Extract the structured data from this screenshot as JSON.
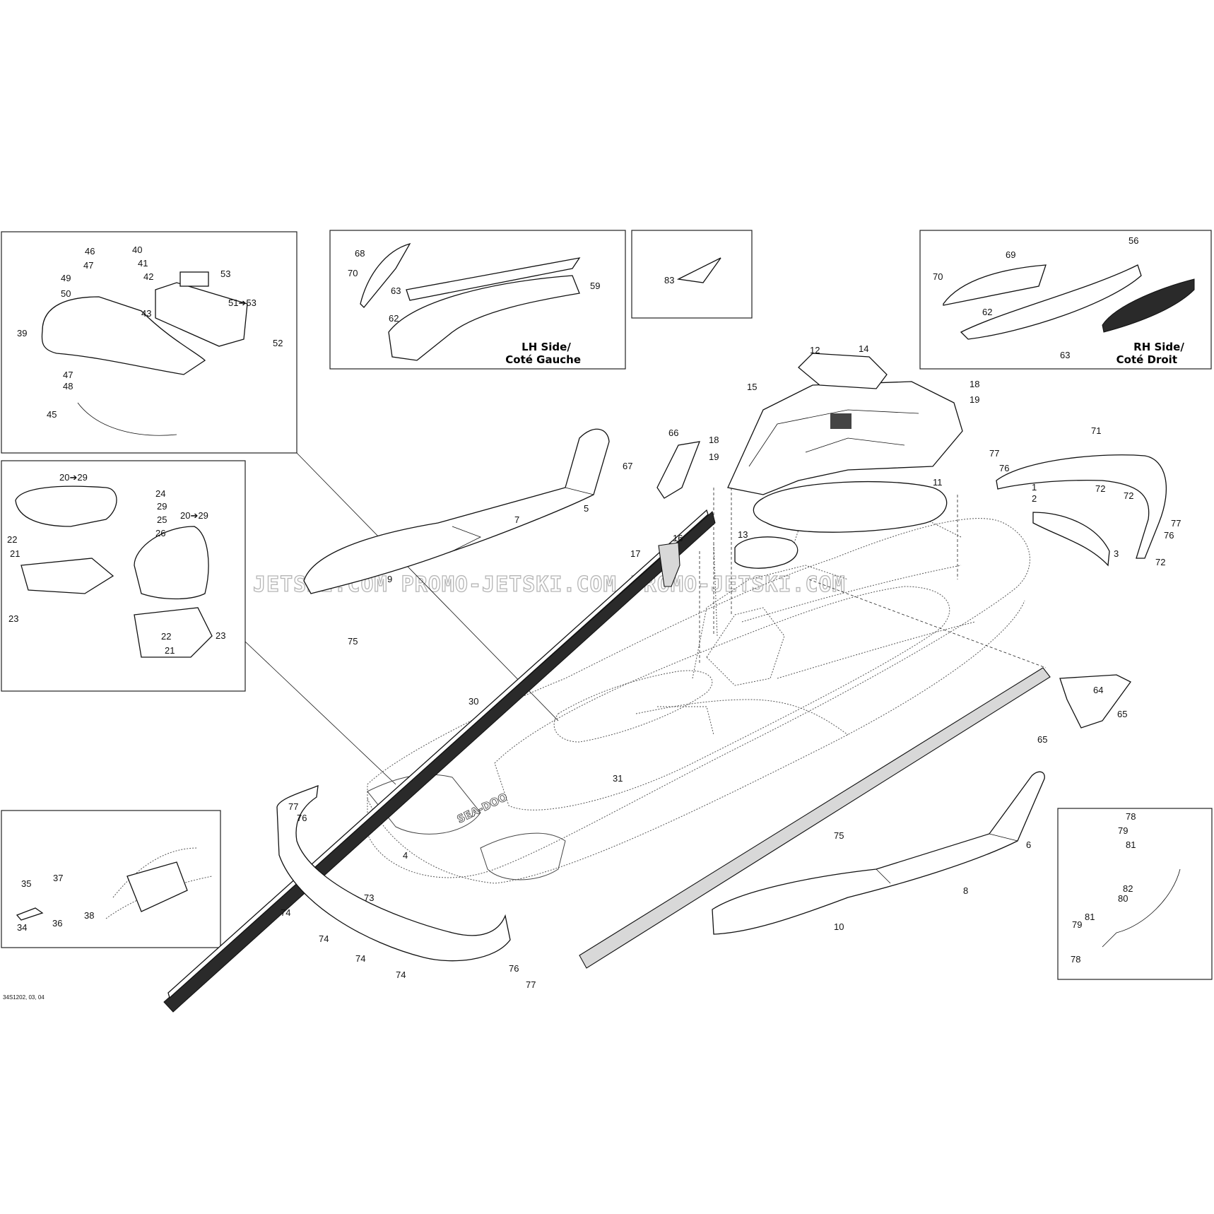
{
  "watermark": "JETSKI.COM   PROMO-JETSKI.COM   PROMO-JETSKI.COM",
  "drawing_code": "34S1202, 03, 04",
  "insets": {
    "lh_side": {
      "line1": "LH Side/",
      "line2": "Coté Gauche"
    },
    "rh_side": {
      "line1": "RH Side/",
      "line2": "Coté Droit"
    }
  },
  "callouts": {
    "c1": "1",
    "c2": "2",
    "c3": "3",
    "c4": "4",
    "c5": "5",
    "c6": "6",
    "c7": "7",
    "c8": "8",
    "c9": "9",
    "c10": "10",
    "c11": "11",
    "c12": "12",
    "c13": "13",
    "c14": "14",
    "c15": "15",
    "c16": "16",
    "c17": "17",
    "c18a": "18",
    "c18b": "18",
    "c19a": "19",
    "c19b": "19",
    "c20a": "20➔29",
    "c20b": "20➔29",
    "c21a": "21",
    "c21b": "21",
    "c22a": "22",
    "c22b": "22",
    "c23a": "23",
    "c23b": "23",
    "c24": "24",
    "c25": "25",
    "c26": "26",
    "c29": "29",
    "c30": "30",
    "c31": "31",
    "c34": "34",
    "c35": "35",
    "c36": "36",
    "c37": "37",
    "c38": "38",
    "c39": "39",
    "c40": "40",
    "c41": "41",
    "c42": "42",
    "c43": "43",
    "c45": "45",
    "c46": "46",
    "c47a": "47",
    "c47b": "47",
    "c48": "48",
    "c49": "49",
    "c50": "50",
    "c51": "51➔53",
    "c52": "52",
    "c53": "53",
    "c56": "56",
    "c59": "59",
    "c62a": "62",
    "c62b": "62",
    "c63a": "63",
    "c63b": "63",
    "c64": "64",
    "c65a": "65",
    "c65b": "65",
    "c66": "66",
    "c67": "67",
    "c68": "68",
    "c69": "69",
    "c70a": "70",
    "c70b": "70",
    "c71": "71",
    "c72a": "72",
    "c72b": "72",
    "c72c": "72",
    "c73": "73",
    "c74a": "74",
    "c74b": "74",
    "c74c": "74",
    "c74d": "74",
    "c75a": "75",
    "c75b": "75",
    "c76a": "76",
    "c76b": "76",
    "c76c": "76",
    "c76d": "76",
    "c77a": "77",
    "c77b": "77",
    "c77c": "77",
    "c77d": "77",
    "c78a": "78",
    "c78b": "78",
    "c79a": "79",
    "c79b": "79",
    "c80": "80",
    "c81a": "81",
    "c81b": "81",
    "c82": "82",
    "c83": "83"
  }
}
